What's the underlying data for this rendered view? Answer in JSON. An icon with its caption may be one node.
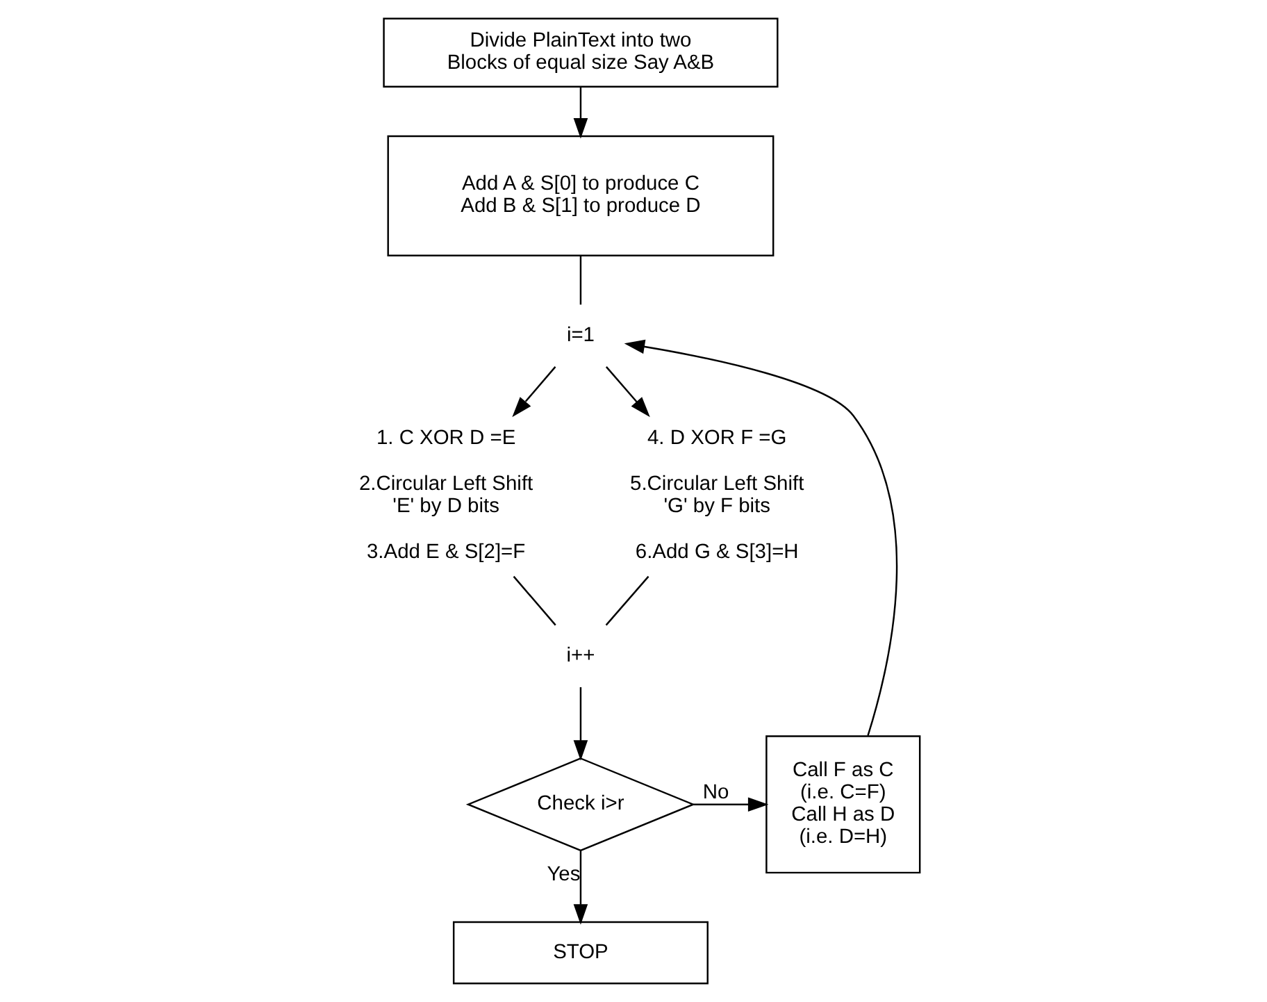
{
  "diagram": {
    "nodes": [
      {
        "text": [
          "Divide PlainText into two Blocks of equal size Say A&B"
        ]
      },
      {
        "text": [
          "Add A & S[0] to produce C",
          "Add B & S[1] to produce D"
        ]
      },
      {
        "text": [
          "i=1"
        ]
      },
      {
        "text": [
          "1. C XOR D =E",
          "2.Circular Left Shift 'E' by D bits",
          "3.Add E & S[2]=F"
        ]
      },
      {
        "text": [
          "4. D XOR F =G",
          "5.Circular Left Shift 'G' by F bits",
          "6.Add G & S[3]=H"
        ]
      },
      {
        "text": [
          "i++"
        ]
      },
      {
        "text": [
          "Check i>r"
        ]
      },
      {
        "text": [
          "Call F as C (i.e. C=F) Call H as D (i.e. D=H)"
        ]
      },
      {
        "text": [
          "STOP"
        ]
      }
    ],
    "edges": [
      {
        "from": 0,
        "to": 1,
        "arrow": "to"
      },
      {
        "from": 1,
        "to": 2,
        "arrow": "none"
      },
      {
        "from": 2,
        "to": 3,
        "arrow": "to"
      },
      {
        "from": 2,
        "to": 4,
        "arrow": "to"
      },
      {
        "from": 3,
        "to": 5,
        "arrow": "none"
      },
      {
        "from": 4,
        "to": 5,
        "arrow": "none"
      },
      {
        "from": 5,
        "to": 6,
        "arrow": "to"
      },
      {
        "from": 6,
        "to": 7,
        "arrow": "to",
        "label": "No"
      },
      {
        "from": 6,
        "to": 8,
        "arrow": "to",
        "label": "Yes"
      },
      {
        "from": 7,
        "to": 2,
        "arrow": "to"
      }
    ]
  }
}
